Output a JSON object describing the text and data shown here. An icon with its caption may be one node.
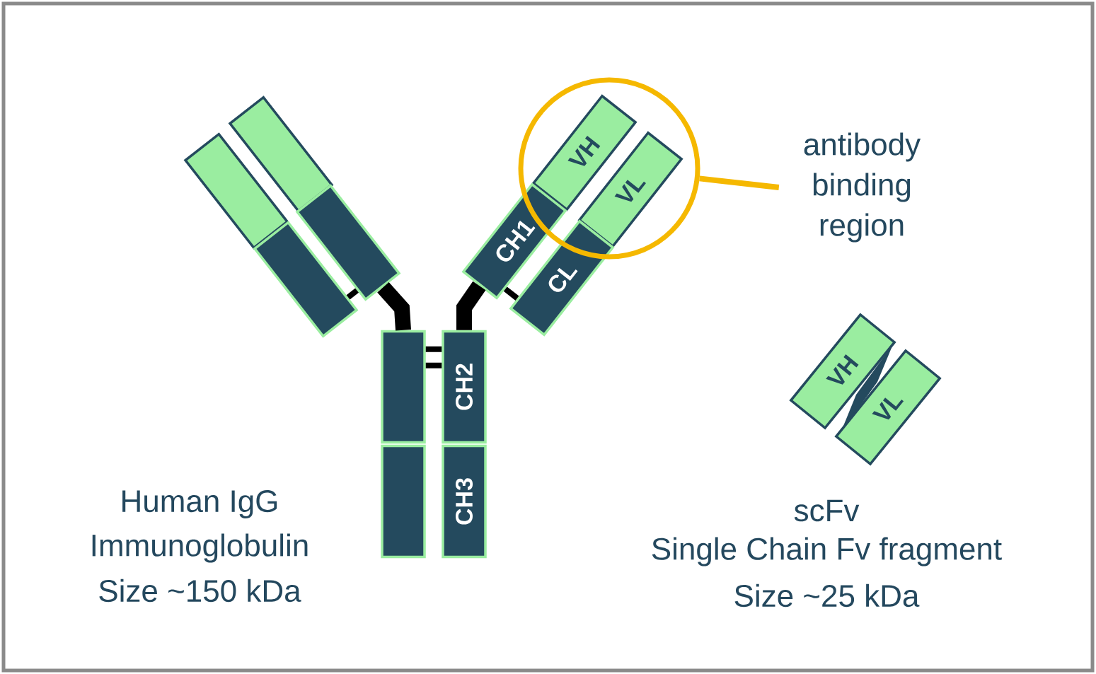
{
  "diagram": {
    "nodes": [
      {
        "text": [],
        "shape": "box"
      },
      {
        "text": [],
        "shape": "box"
      },
      {
        "text": [],
        "shape": "box"
      },
      {
        "text": [],
        "shape": "box"
      },
      {
        "text": [
          "VH"
        ],
        "in": 8
      },
      {
        "text": [
          "VL"
        ],
        "in": 8
      },
      {
        "text": [
          "CH1"
        ]
      },
      {
        "text": [
          "CL"
        ]
      },
      {
        "text": [],
        "shape": "circle"
      },
      {
        "text": [
          "antibody binding region"
        ]
      },
      {
        "text": [],
        "shape": "box"
      },
      {
        "text": [
          "CH2"
        ]
      },
      {
        "text": [],
        "shape": "box"
      },
      {
        "text": [
          "CH3"
        ]
      },
      {
        "text": [
          "VH"
        ]
      },
      {
        "text": [
          "VL"
        ]
      }
    ],
    "edges": [
      {
        "from": 3,
        "to": 10,
        "arrow": "none",
        "style": "thick"
      },
      {
        "from": 6,
        "to": 11,
        "arrow": "none",
        "style": "thick"
      },
      {
        "from": 3,
        "to": 2,
        "arrow": "none"
      },
      {
        "from": 6,
        "to": 7,
        "arrow": "none"
      },
      {
        "from": 10,
        "to": 11,
        "arrow": "none"
      },
      {
        "from": 10,
        "to": 11,
        "arrow": "none"
      },
      {
        "from": 9,
        "to": 8,
        "arrow": "none",
        "color": "#f5b800"
      }
    ],
    "labels": [
      "Human IgG",
      "Immunoglobulin",
      "Size ~150 kDa",
      "scFv",
      "Single Chain Fv fragment",
      "Size ~25 kDa"
    ]
  }
}
